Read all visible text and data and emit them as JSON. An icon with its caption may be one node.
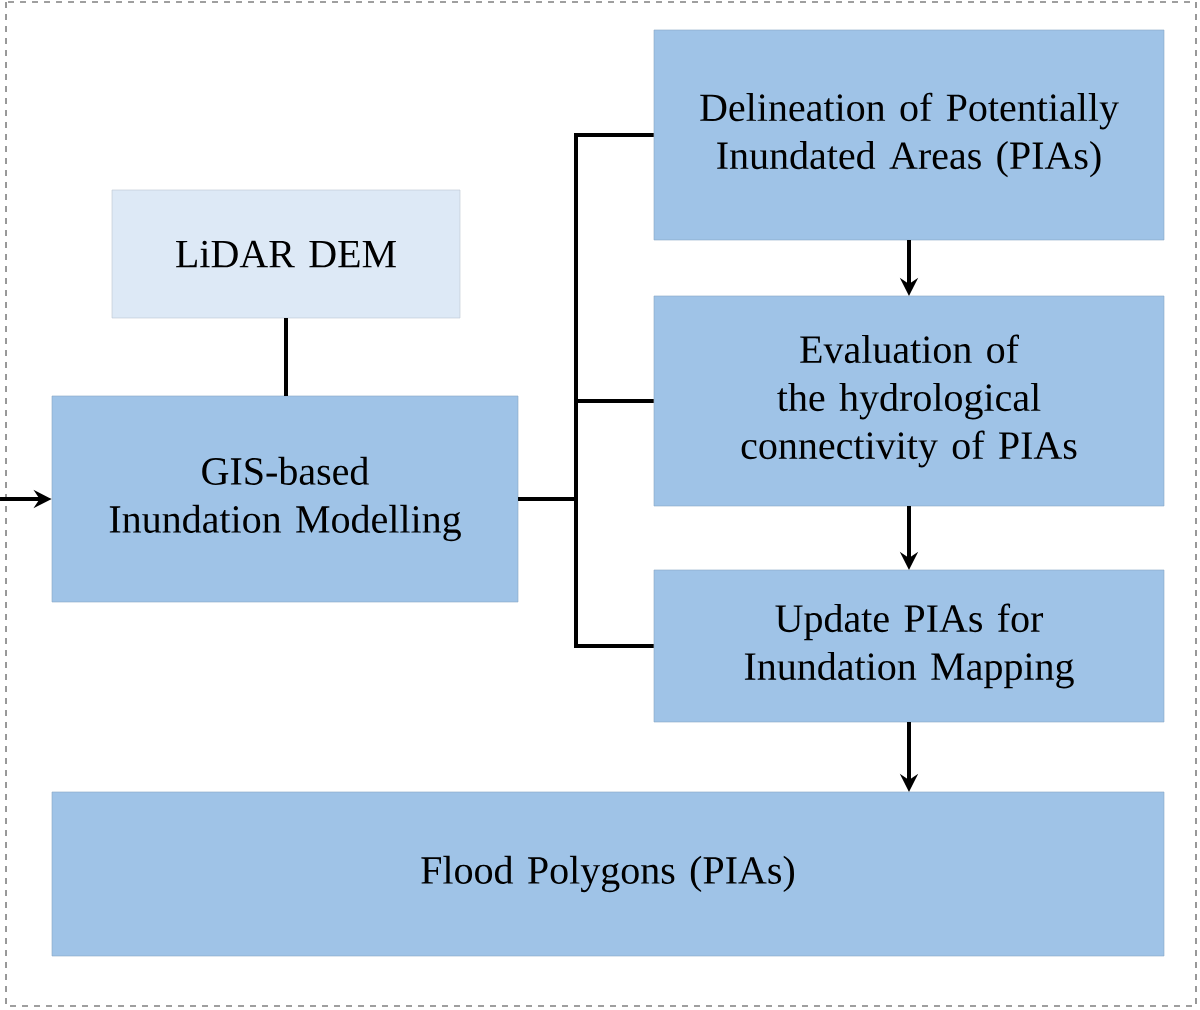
{
  "diagram": {
    "nodes": [
      {
        "text": [
          "LiDAR DEM"
        ]
      },
      {
        "text": [
          "GIS-based Inundation Modelling"
        ]
      },
      {
        "text": [
          "Delineation of Potentially Inundated Areas (PIAs)"
        ]
      },
      {
        "text": [
          "Evaluation of the hydrological connectivity of PIAs"
        ]
      },
      {
        "text": [
          "Update PIAs for Inundation Mapping"
        ]
      },
      {
        "text": [
          "Flood Polygons (PIAs)"
        ]
      }
    ],
    "edges": [
      {
        "from": 0,
        "to": 1,
        "arrow": "none"
      },
      {
        "from": null,
        "to": 1,
        "arrow": "to"
      },
      {
        "from": 1,
        "to": 2,
        "arrow": "none"
      },
      {
        "from": 1,
        "to": 3,
        "arrow": "none"
      },
      {
        "from": 1,
        "to": 4,
        "arrow": "none"
      },
      {
        "from": 2,
        "to": 3,
        "arrow": "to"
      },
      {
        "from": 3,
        "to": 4,
        "arrow": "to"
      },
      {
        "from": 4,
        "to": 5,
        "arrow": "to"
      }
    ]
  }
}
